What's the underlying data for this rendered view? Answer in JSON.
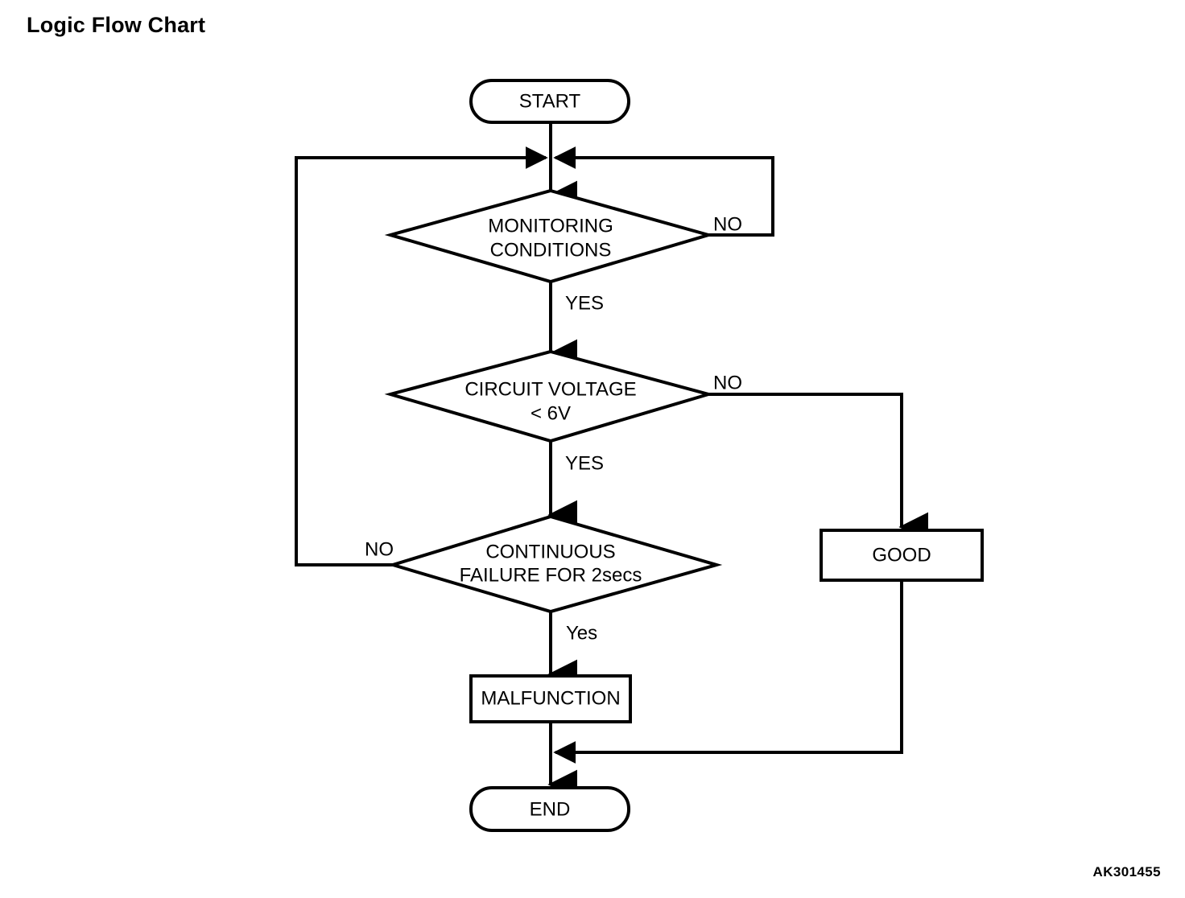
{
  "document": {
    "title": "Logic Flow Chart",
    "figure_code": "AK301455",
    "background_color": "#ffffff",
    "line_color": "#000000"
  },
  "chart_data": {
    "type": "diagram",
    "diagram_type": "flowchart",
    "title": "Logic Flow Chart",
    "nodes": [
      {
        "id": "start",
        "shape": "stadium",
        "label": "START"
      },
      {
        "id": "monitoring",
        "shape": "diamond",
        "label_line1": "MONITORING",
        "label_line2": "CONDITIONS"
      },
      {
        "id": "voltage",
        "shape": "diamond",
        "label_line1": "CIRCUIT VOLTAGE",
        "label_line2": "< 6V"
      },
      {
        "id": "continuous",
        "shape": "diamond",
        "label_line1": "CONTINUOUS",
        "label_line2": "FAILURE FOR 2secs"
      },
      {
        "id": "good",
        "shape": "rectangle",
        "label": "GOOD"
      },
      {
        "id": "malfunction",
        "shape": "rectangle",
        "label": "MALFUNCTION"
      },
      {
        "id": "end",
        "shape": "stadium",
        "label": "END"
      }
    ],
    "edges": [
      {
        "from": "start",
        "to": "monitoring",
        "label": ""
      },
      {
        "from": "monitoring",
        "to": "start",
        "label": "NO",
        "route": "right-loop-back"
      },
      {
        "from": "monitoring",
        "to": "voltage",
        "label": "YES",
        "route": "down"
      },
      {
        "from": "voltage",
        "to": "good",
        "label": "NO",
        "route": "right-then-down"
      },
      {
        "from": "voltage",
        "to": "continuous",
        "label": "YES",
        "route": "down"
      },
      {
        "from": "continuous",
        "to": "start",
        "label": "NO",
        "route": "left-loop-back"
      },
      {
        "from": "continuous",
        "to": "malfunction",
        "label": "Yes",
        "route": "down"
      },
      {
        "from": "malfunction",
        "to": "end",
        "label": "",
        "route": "down"
      },
      {
        "from": "good",
        "to": "end",
        "label": "",
        "route": "down-then-left"
      }
    ]
  },
  "labels": {
    "start": "START",
    "monitoring_l1": "MONITORING",
    "monitoring_l2": "CONDITIONS",
    "monitoring_no": "NO",
    "monitoring_yes": "YES",
    "voltage_l1": "CIRCUIT VOLTAGE",
    "voltage_l2": "< 6V",
    "voltage_no": "NO",
    "voltage_yes": "YES",
    "continuous_l1": "CONTINUOUS",
    "continuous_l2": "FAILURE FOR 2secs",
    "continuous_no": "NO",
    "continuous_yes": "Yes",
    "good": "GOOD",
    "malfunction": "MALFUNCTION",
    "end": "END"
  }
}
